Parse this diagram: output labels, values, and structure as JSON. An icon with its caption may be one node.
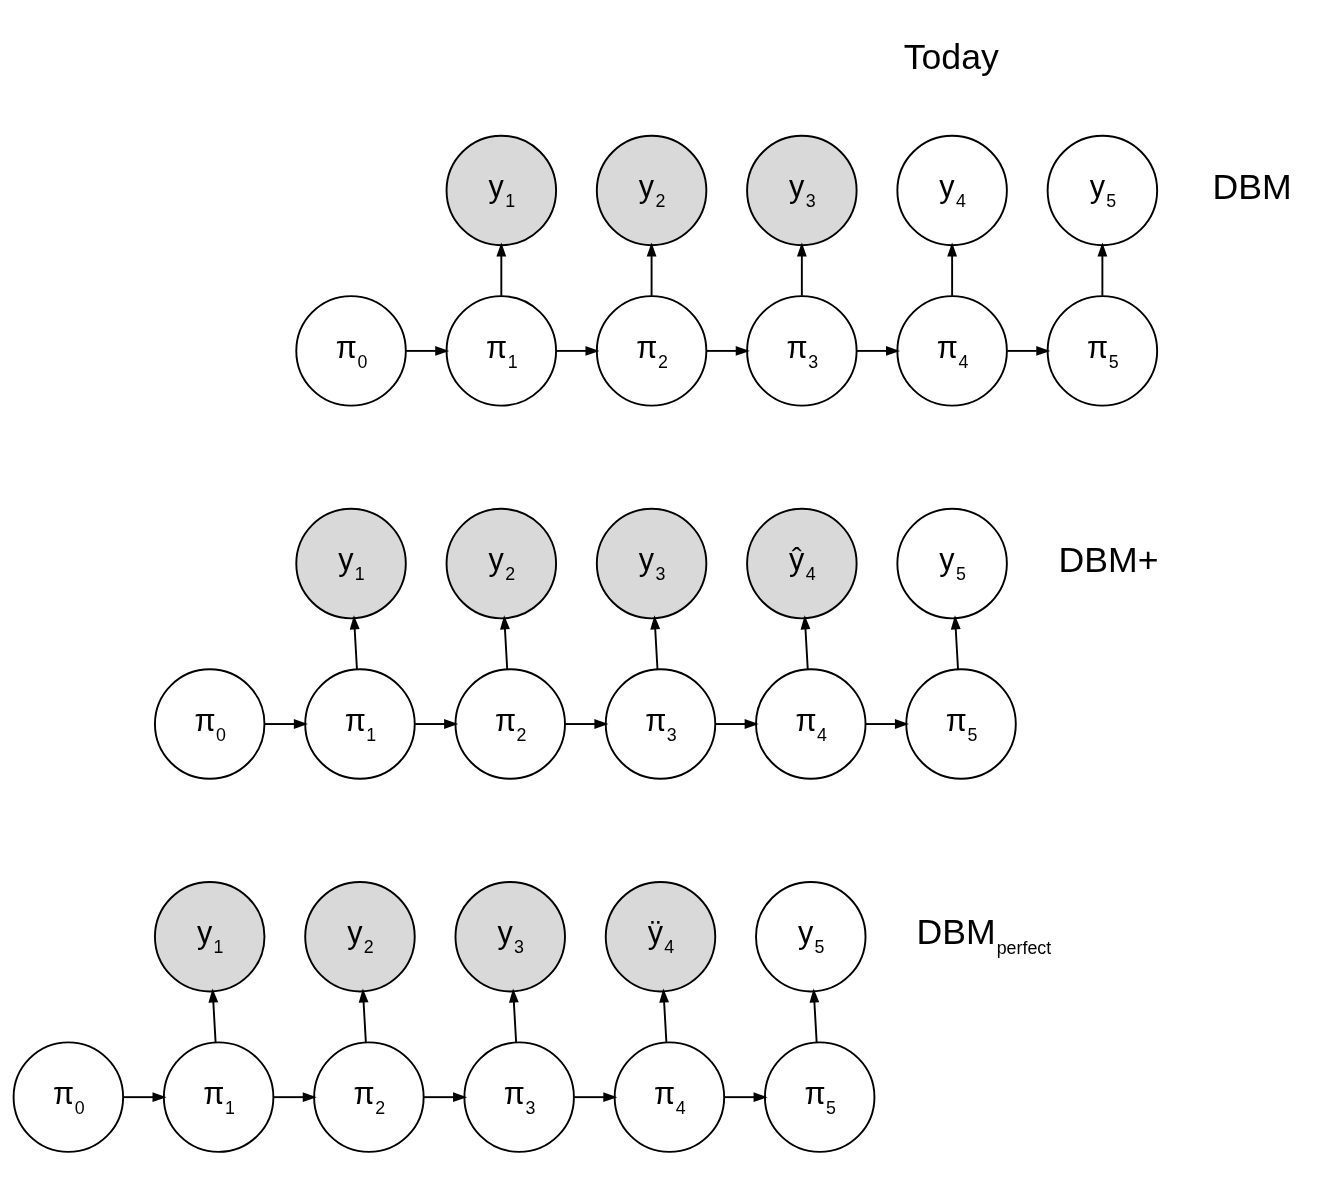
{
  "diagram": {
    "nodes": [
      {
        "text": [
          "y$_{1}$"
        ]
      },
      {
        "text": [
          "y$_{2}$"
        ]
      },
      {
        "text": [
          "y$_{3}$"
        ]
      },
      {
        "text": [
          "y$_{4}$"
        ]
      },
      {
        "text": [
          "y$_{5}$"
        ]
      },
      {
        "text": [
          "π$_{0}$"
        ]
      },
      {
        "text": [
          "π$_{1}$"
        ]
      },
      {
        "text": [
          "π$_{2}$"
        ]
      },
      {
        "text": [
          "π$_{3}$"
        ]
      },
      {
        "text": [
          "π$_{4}$"
        ]
      },
      {
        "text": [
          "π$_{5}$"
        ]
      },
      {
        "text": [
          "y$_{1}$"
        ]
      },
      {
        "text": [
          "y$_{2}$"
        ]
      },
      {
        "text": [
          "y$_{3}$"
        ]
      },
      {
        "text": [
          "ŷ$_{4}$"
        ]
      },
      {
        "text": [
          "y$_{5}$"
        ]
      },
      {
        "text": [
          "π$_{0}$"
        ]
      },
      {
        "text": [
          "π$_{1}$"
        ]
      },
      {
        "text": [
          "π$_{2}$"
        ]
      },
      {
        "text": [
          "π$_{3}$"
        ]
      },
      {
        "text": [
          "π$_{4}$"
        ]
      },
      {
        "text": [
          "π$_{5}$"
        ]
      },
      {
        "text": [
          "y$_{1}$"
        ]
      },
      {
        "text": [
          "y$_{2}$"
        ]
      },
      {
        "text": [
          "y$_{3}$"
        ]
      },
      {
        "text": [
          "ÿ$_{4}$"
        ]
      },
      {
        "text": [
          "y$_{5}$"
        ]
      },
      {
        "text": [
          "π$_{0}$"
        ]
      },
      {
        "text": [
          "π$_{1}$"
        ]
      },
      {
        "text": [
          "π$_{2}$"
        ]
      },
      {
        "text": [
          "π$_{3}$"
        ]
      },
      {
        "text": [
          "π$_{4}$"
        ]
      },
      {
        "text": [
          "π$_{5}$"
        ]
      }
    ],
    "edges": [
      {
        "from": 5,
        "to": 6,
        "arrow": "to"
      },
      {
        "from": 6,
        "to": 7,
        "arrow": "to"
      },
      {
        "from": 7,
        "to": 8,
        "arrow": "to"
      },
      {
        "from": 8,
        "to": 9,
        "arrow": "to"
      },
      {
        "from": 9,
        "to": 10,
        "arrow": "to"
      },
      {
        "from": 6,
        "to": 0,
        "arrow": "to"
      },
      {
        "from": 7,
        "to": 1,
        "arrow": "to"
      },
      {
        "from": 8,
        "to": 2,
        "arrow": "to"
      },
      {
        "from": 9,
        "to": 3,
        "arrow": "to"
      },
      {
        "from": 10,
        "to": 4,
        "arrow": "to"
      },
      {
        "from": 16,
        "to": 17,
        "arrow": "to"
      },
      {
        "from": 17,
        "to": 18,
        "arrow": "to"
      },
      {
        "from": 18,
        "to": 19,
        "arrow": "to"
      },
      {
        "from": 19,
        "to": 20,
        "arrow": "to"
      },
      {
        "from": 20,
        "to": 21,
        "arrow": "to"
      },
      {
        "from": 17,
        "to": 11,
        "arrow": "to"
      },
      {
        "from": 18,
        "to": 12,
        "arrow": "to"
      },
      {
        "from": 19,
        "to": 13,
        "arrow": "to"
      },
      {
        "from": 20,
        "to": 14,
        "arrow": "to"
      },
      {
        "from": 21,
        "to": 15,
        "arrow": "to"
      },
      {
        "from": 27,
        "to": 28,
        "arrow": "to"
      },
      {
        "from": 28,
        "to": 29,
        "arrow": "to"
      },
      {
        "from": 29,
        "to": 30,
        "arrow": "to"
      },
      {
        "from": 30,
        "to": 31,
        "arrow": "to"
      },
      {
        "from": 31,
        "to": 32,
        "arrow": "to"
      },
      {
        "from": 28,
        "to": 22,
        "arrow": "to"
      },
      {
        "from": 29,
        "to": 23,
        "arrow": "to"
      },
      {
        "from": 30,
        "to": 24,
        "arrow": "to"
      },
      {
        "from": 31,
        "to": 25,
        "arrow": "to"
      },
      {
        "from": 32,
        "to": 26,
        "arrow": "to"
      }
    ],
    "labels": [
      "Today",
      "DBM",
      "DBM+",
      "DBM$_{perfect}$"
    ]
  }
}
